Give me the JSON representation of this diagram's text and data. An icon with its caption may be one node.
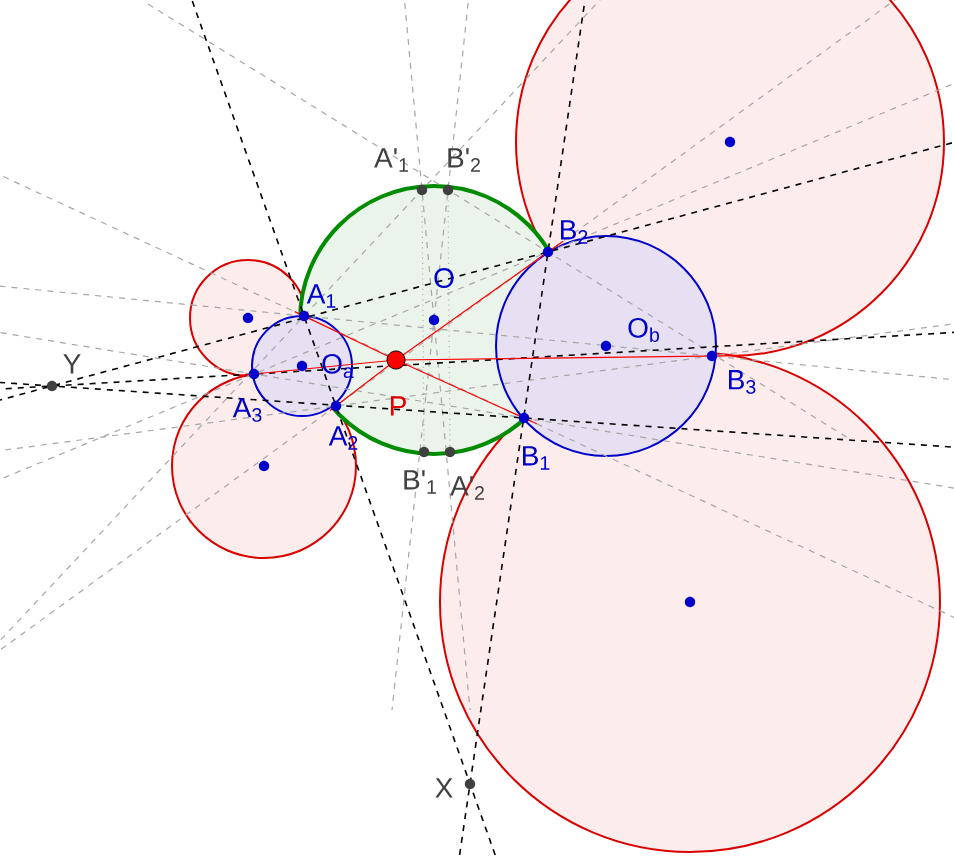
{
  "diagram": {
    "labels": [
      "A'$_{1}$",
      "B'$_{2}$",
      "B$_{2}$",
      "O",
      "A$_{1}$",
      "O$_{b}$",
      "Y",
      "O$_{a}$",
      "B$_{3}$",
      "A$_{3}$",
      "P",
      "A$_{2}$",
      "B$_{1}$",
      "B'$_{1}$",
      "A'$_{2}$",
      "X"
    ]
  }
}
